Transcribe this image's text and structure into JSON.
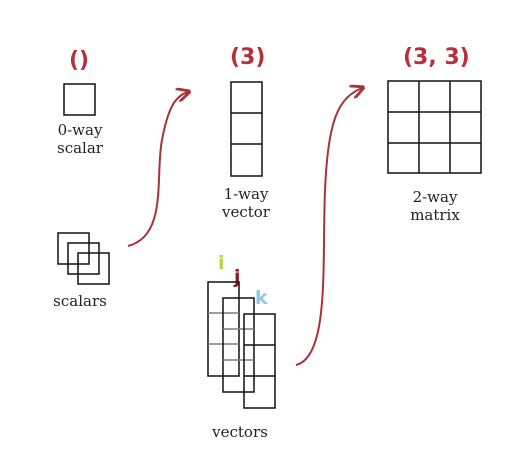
{
  "scalar": {
    "shape": "()",
    "line1": "0-way",
    "line2": "scalar"
  },
  "vector": {
    "shape": "(3)",
    "line1": "1-way",
    "line2": "vector"
  },
  "matrix": {
    "shape": "(3, 3)",
    "line1": "2-way",
    "line2": "matrix"
  },
  "scalars_label": "scalars",
  "vectors_label": "vectors",
  "axes": {
    "i": "i",
    "j": "j",
    "k": "k"
  },
  "colors": {
    "shape_text": "#b5303a",
    "arrow": "#a8323a",
    "axis_i": "#b8d43a",
    "axis_j": "#8a1f2a",
    "axis_k": "#8ecae6",
    "grid": "#111111",
    "inner_lines": "#7f7f7f"
  }
}
